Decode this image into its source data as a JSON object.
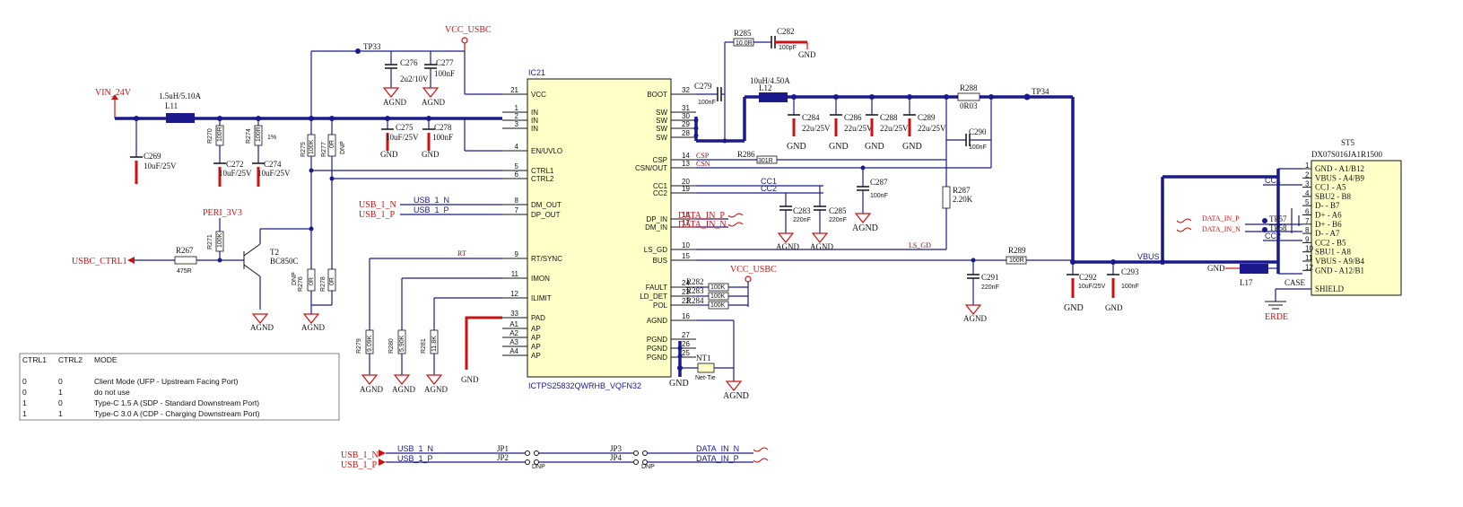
{
  "ic": {
    "name": "IC21",
    "part": "ICTPS25832QWRHB_VQFN32",
    "pins_left": [
      {
        "num": "21",
        "name": "VCC"
      },
      {
        "num": "1",
        "name": "IN"
      },
      {
        "num": "2",
        "name": "IN"
      },
      {
        "num": "3",
        "name": "IN"
      },
      {
        "num": "4",
        "name": "EN/UVLO"
      },
      {
        "num": "5",
        "name": "CTRL1"
      },
      {
        "num": "6",
        "name": "CTRL2"
      },
      {
        "num": "8",
        "name": "DM_OUT"
      },
      {
        "num": "7",
        "name": "DP_OUT"
      },
      {
        "num": "9",
        "name": "RT/SYNC"
      },
      {
        "num": "11",
        "name": "IMON"
      },
      {
        "num": "12",
        "name": "ILIMIT"
      },
      {
        "num": "33",
        "name": "PAD"
      },
      {
        "num": "A1",
        "name": "AP"
      },
      {
        "num": "A2",
        "name": "AP"
      },
      {
        "num": "A3",
        "name": "AP"
      },
      {
        "num": "A4",
        "name": "AP"
      }
    ],
    "pins_right": [
      {
        "num": "32",
        "name": "BOOT"
      },
      {
        "num": "31",
        "name": "SW"
      },
      {
        "num": "30",
        "name": "SW"
      },
      {
        "num": "29",
        "name": "SW"
      },
      {
        "num": "28",
        "name": "SW"
      },
      {
        "num": "14",
        "name": "CSP"
      },
      {
        "num": "13",
        "name": "CSN/OUT"
      },
      {
        "num": "20",
        "name": "CC1"
      },
      {
        "num": "19",
        "name": "CC2"
      },
      {
        "num": "18",
        "name": "DP_IN"
      },
      {
        "num": "17",
        "name": "DM_IN"
      },
      {
        "num": "10",
        "name": "LS_GD"
      },
      {
        "num": "15",
        "name": "BUS"
      },
      {
        "num": "24",
        "name": "FAULT"
      },
      {
        "num": "23",
        "name": "LD_DET"
      },
      {
        "num": "22",
        "name": "POL"
      },
      {
        "num": "16",
        "name": "AGND"
      },
      {
        "num": "27",
        "name": "PGND"
      },
      {
        "num": "26",
        "name": "PGND"
      },
      {
        "num": "25",
        "name": "PGND"
      }
    ]
  },
  "connector": {
    "name": "ST5",
    "part": "DX07S016JA1R1500",
    "pins": [
      {
        "num": "1",
        "name": "GND  - A1/B12"
      },
      {
        "num": "2",
        "name": "VBUS - A4/B9"
      },
      {
        "num": "3",
        "name": "CC1  - A5"
      },
      {
        "num": "4",
        "name": "SBU2 - B8"
      },
      {
        "num": "5",
        "name": "D-   - B7"
      },
      {
        "num": "6",
        "name": "D+   - A6"
      },
      {
        "num": "7",
        "name": "D+   - B6"
      },
      {
        "num": "8",
        "name": "D-   - A7"
      },
      {
        "num": "9",
        "name": "CC2  - B5"
      },
      {
        "num": "10",
        "name": "SBU1 - A8"
      },
      {
        "num": "11",
        "name": "VBUS - A9/B4"
      },
      {
        "num": "12",
        "name": "GND  - A12/B1"
      },
      {
        "num": "",
        "name": "SHIELD"
      }
    ],
    "case_label": "CASE",
    "erde": "ERDE"
  },
  "nets": {
    "vin": "VIN_24V",
    "vcc_usbc_top": "VCC_USBC",
    "vcc_usbc_mid": "VCC_USBC",
    "peri": "PERI_3V3",
    "usbc_ctrl": "USBC_CTRL1",
    "usb1n": "USB_1_N",
    "usb1p": "USB_1_P",
    "usb1n_inner": "USB_1_N",
    "usb1p_inner": "USB_1_P",
    "data_in_p": "DATA_IN_P",
    "data_in_n": "DATA_IN_N",
    "cc1": "CC1",
    "cc2": "CC2",
    "csp": "CSP",
    "csn": "CSN",
    "rt": "RT",
    "lsgd": "LS_GD",
    "vbus": "VBUS",
    "cc1_conn": "CC1",
    "cc2_conn": "CC2",
    "dip_conn": "DATA_IN_P",
    "din_conn": "DATA_IN_N",
    "tp33": "TP33",
    "tp34": "TP34",
    "tp57": "TP57",
    "tp58": "TP58",
    "gnd": "GND",
    "agnd": "AGND"
  },
  "parts": {
    "l11": {
      "ref": "L11",
      "val": "1.5uH/5.10A"
    },
    "l12": {
      "ref": "L12",
      "val": "10uH/4.50A"
    },
    "l17": {
      "ref": "L17"
    },
    "c269": {
      "ref": "C269",
      "val": "10uF/25V"
    },
    "r270": {
      "ref": "R270",
      "val": "100R"
    },
    "c272": {
      "ref": "C272",
      "val": "10uF/25V"
    },
    "r274": {
      "ref": "R274",
      "val": "100R"
    },
    "pct": "1%",
    "c274": {
      "ref": "C274",
      "val": "10uF/25V"
    },
    "r275": {
      "ref": "R275",
      "val": "100K"
    },
    "r277": {
      "ref": "R277",
      "val": "0R"
    },
    "dnp": "DNP",
    "c276": {
      "ref": "C276",
      "val": "2u2/10V"
    },
    "c277": {
      "ref": "C277",
      "val": "100nF"
    },
    "c275": {
      "ref": "C275",
      "val": "10uF/25V"
    },
    "c278": {
      "ref": "C278",
      "val": "100nF"
    },
    "r271": {
      "ref": "R271",
      "val": "100K"
    },
    "r267": {
      "ref": "R267",
      "val": "475R"
    },
    "t2": {
      "ref": "T2",
      "val": "BC850C"
    },
    "r276": {
      "ref": "R276",
      "val": "0R"
    },
    "r278": {
      "ref": "R278",
      "val": "0R"
    },
    "r279": {
      "ref": "R279",
      "val": "9.09K"
    },
    "r280": {
      "ref": "R280",
      "val": "5.90K"
    },
    "r281": {
      "ref": "R281",
      "val": "11.8K"
    },
    "r285": {
      "ref": "R285",
      "val": "10.0R"
    },
    "c282": {
      "ref": "C282",
      "val": "100pF"
    },
    "c279": {
      "ref": "C279",
      "val": "100nF"
    },
    "c284": {
      "ref": "C284",
      "val": "22u/25V"
    },
    "c286": {
      "ref": "C286",
      "val": "22u/25V"
    },
    "c288": {
      "ref": "C288",
      "val": "22u/25V"
    },
    "c289": {
      "ref": "C289",
      "val": "22u/25V"
    },
    "r288": {
      "ref": "R288",
      "val": "0R03"
    },
    "c290": {
      "ref": "C290",
      "val": "100nF"
    },
    "r286": {
      "ref": "R286",
      "val": "301R"
    },
    "c287": {
      "ref": "C287",
      "val": "100nF"
    },
    "r287": {
      "ref": "R287",
      "val": "2.20K"
    },
    "c283": {
      "ref": "C283",
      "val": "220nF"
    },
    "c285": {
      "ref": "C285",
      "val": "220nF"
    },
    "r289": {
      "ref": "R289",
      "val": "100R"
    },
    "c291": {
      "ref": "C291",
      "val": "220nF"
    },
    "c292": {
      "ref": "C292",
      "val": "10uF/25V"
    },
    "c293": {
      "ref": "C293",
      "val": "100nF"
    },
    "r282": {
      "ref": "R282",
      "val": "100K"
    },
    "r283": {
      "ref": "R283",
      "val": "100K"
    },
    "r284": {
      "ref": "R284",
      "val": "100K"
    },
    "nt1": {
      "ref": "NT1",
      "val": "Net-Tie"
    },
    "jp1": "JP1",
    "jp2": "JP2",
    "jp3": "JP3",
    "jp4": "JP4"
  },
  "mode_table": {
    "headers": [
      "CTRL1",
      "CTRL2",
      "MODE"
    ],
    "rows": [
      [
        "0",
        "0",
        "Client Mode (UFP - Upstream Facing Port)"
      ],
      [
        "0",
        "1",
        "do not use"
      ],
      [
        "1",
        "0",
        "Type-C 1.5 A (SDP - Standard Downstream Port)"
      ],
      [
        "1",
        "1",
        "Type-C 3.0 A (CDP - Charging Downstream Port)"
      ]
    ]
  },
  "colors": {
    "wire": "#1a1a8c",
    "net_label": "#cc1111",
    "ic_fill": "#ffffc8"
  }
}
